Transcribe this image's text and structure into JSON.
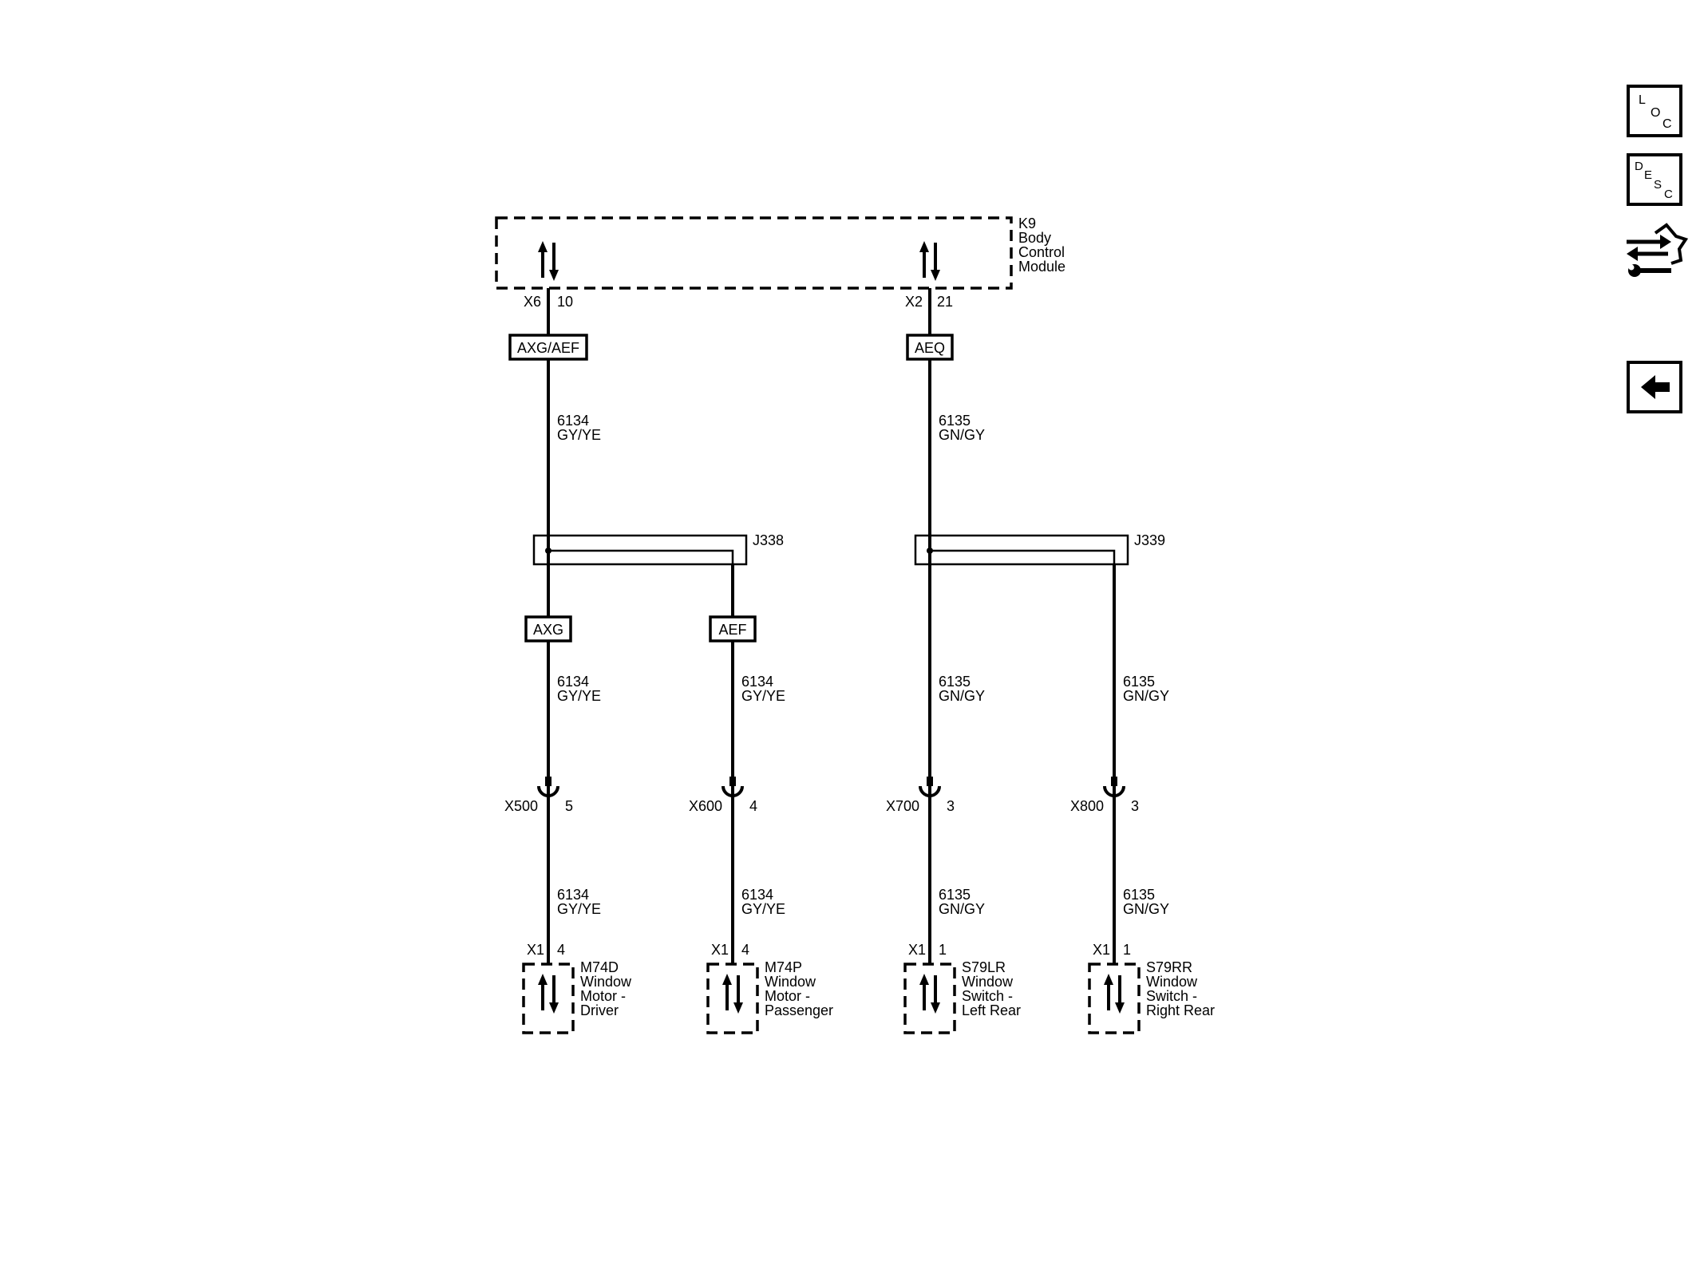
{
  "module": {
    "id": "K9",
    "name_lines": [
      "Body",
      "Control",
      "Module"
    ],
    "left_connector": "X6",
    "left_pin": "10",
    "right_connector": "X2",
    "right_pin": "21"
  },
  "options": {
    "left": "AXG/AEF",
    "right": "AEQ",
    "b1": "AXG",
    "b2": "AEF"
  },
  "wires": {
    "w1": {
      "circuit": "6134",
      "color": "GY/YE"
    },
    "w2": {
      "circuit": "6135",
      "color": "GN/GY"
    }
  },
  "splices": {
    "left": "J338",
    "right": "J339"
  },
  "branches": [
    {
      "inline_connector": "X500",
      "inline_pin": "5",
      "comp_connector": "X1",
      "comp_pin": "4",
      "circuit": "6134",
      "color": "GY/YE",
      "component_lines": [
        "M74D",
        "Window",
        "Motor -",
        "Driver"
      ]
    },
    {
      "inline_connector": "X600",
      "inline_pin": "4",
      "comp_connector": "X1",
      "comp_pin": "4",
      "circuit": "6134",
      "color": "GY/YE",
      "component_lines": [
        "M74P",
        "Window",
        "Motor -",
        "Passenger"
      ]
    },
    {
      "inline_connector": "X700",
      "inline_pin": "3",
      "comp_connector": "X1",
      "comp_pin": "1",
      "circuit": "6135",
      "color": "GN/GY",
      "component_lines": [
        "S79LR",
        "Window",
        "Switch -",
        "Left Rear"
      ]
    },
    {
      "inline_connector": "X800",
      "inline_pin": "3",
      "comp_connector": "X1",
      "comp_pin": "1",
      "circuit": "6135",
      "color": "GN/GY",
      "component_lines": [
        "S79RR",
        "Window",
        "Switch -",
        "Right Rear"
      ]
    }
  ],
  "sidebar": {
    "loc": [
      "L",
      "O",
      "C"
    ],
    "desc": [
      "D",
      "E",
      "S",
      "C"
    ]
  }
}
